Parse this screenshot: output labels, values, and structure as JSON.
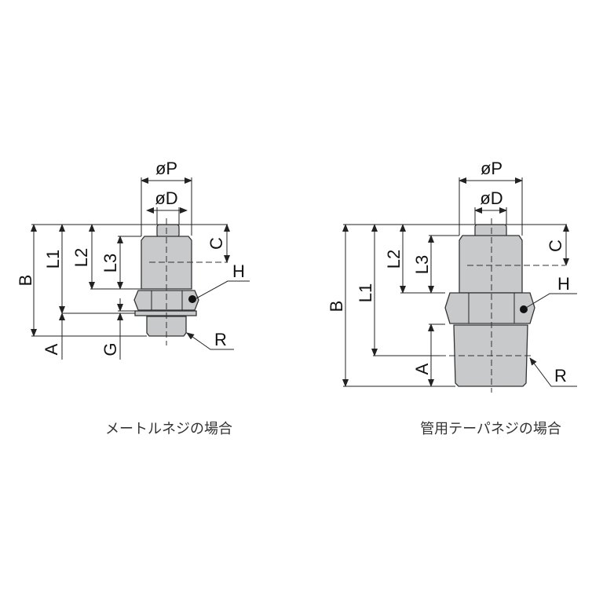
{
  "left_diagram": {
    "caption": "メートルネジの場合",
    "labels": {
      "P": "øP",
      "D": "øD",
      "B": "B",
      "L1": "L1",
      "L2": "L2",
      "L3": "L3",
      "C": "C",
      "H": "H",
      "R": "R",
      "A": "A",
      "G": "G"
    }
  },
  "right_diagram": {
    "caption": "管用テーパネジの場合",
    "labels": {
      "P": "øP",
      "D": "øD",
      "B": "B",
      "L1": "L1",
      "L2": "L2",
      "L3": "L3",
      "C": "C",
      "H": "H",
      "R": "R",
      "A": "A"
    }
  }
}
